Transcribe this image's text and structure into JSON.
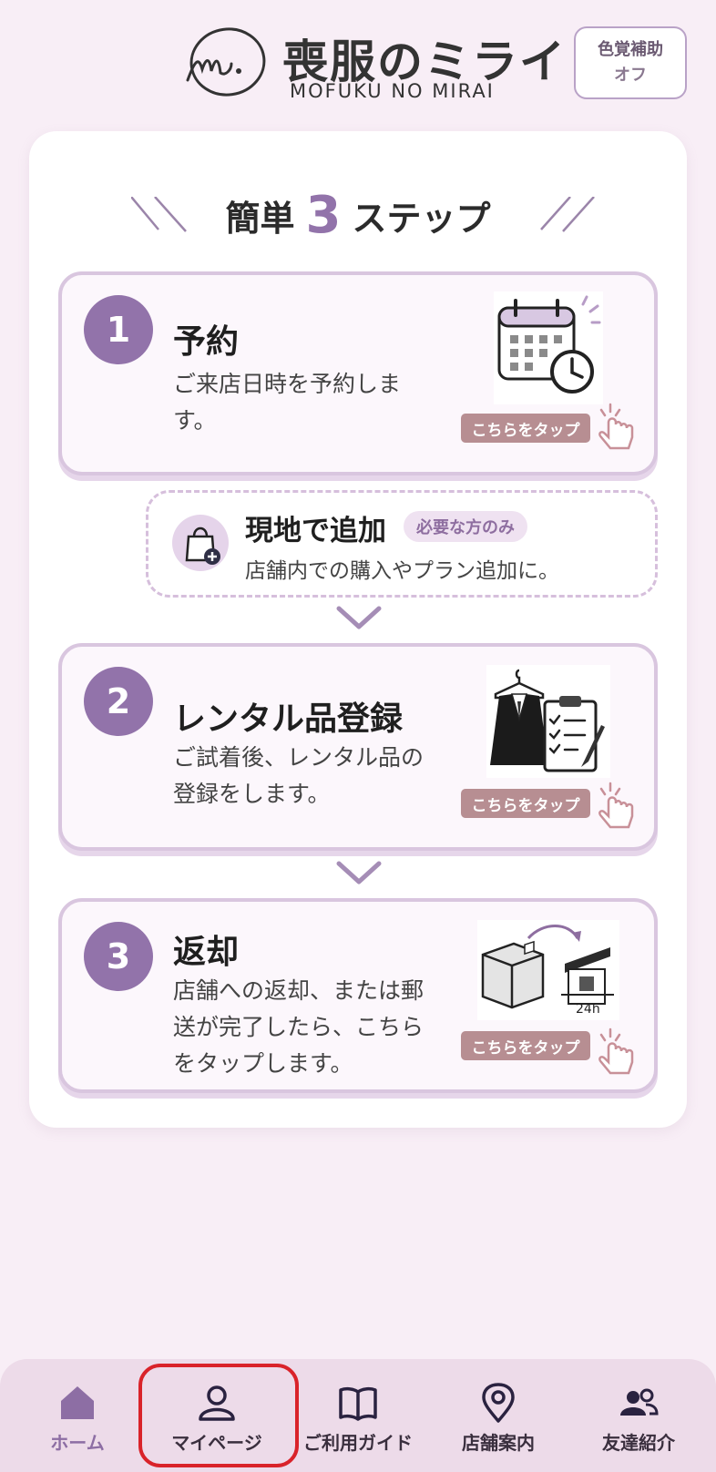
{
  "header": {
    "logo_title": "喪服のミライ",
    "logo_subtitle": "MOFUKU NO MIRAI",
    "color_assist_label": "色覚補助",
    "color_assist_state": "オフ"
  },
  "steps_heading": {
    "prefix": "簡単",
    "number": "3",
    "suffix": "ステップ"
  },
  "steps": [
    {
      "number": "1",
      "title": "予約",
      "description": "ご来店日時を予約します。",
      "tap_label": "こちらをタップ",
      "icon": "calendar-clock-icon"
    },
    {
      "number": "2",
      "title": "レンタル品登録",
      "description": "ご試着後、レンタル品の登録をします。",
      "tap_label": "こちらをタップ",
      "icon": "suit-clipboard-icon"
    },
    {
      "number": "3",
      "title": "返却",
      "description": "店舗への返却、または郵送が完了したら、こちらをタップします。",
      "tap_label": "こちらをタップ",
      "icon": "box-post-icon"
    }
  ],
  "addon": {
    "title": "現地で追加",
    "badge": "必要な方のみ",
    "description": "店舗内での購入やプラン追加に。",
    "icon": "shopping-bag-plus-icon"
  },
  "illustration_text": {
    "post_24h": "24h"
  },
  "bottom_nav": [
    {
      "label": "ホーム",
      "icon": "home-icon",
      "active": true
    },
    {
      "label": "マイページ",
      "icon": "user-icon",
      "active": false
    },
    {
      "label": "ご利用ガイド",
      "icon": "book-icon",
      "active": false
    },
    {
      "label": "店舗案内",
      "icon": "map-pin-icon",
      "active": false
    },
    {
      "label": "友達紹介",
      "icon": "users-icon",
      "active": false
    }
  ],
  "colors": {
    "background": "#f8eef6",
    "accent_purple": "#9273aa",
    "tap_button": "#b78e92",
    "highlight_red": "#d9232a",
    "nav_background": "#eddbe9"
  }
}
